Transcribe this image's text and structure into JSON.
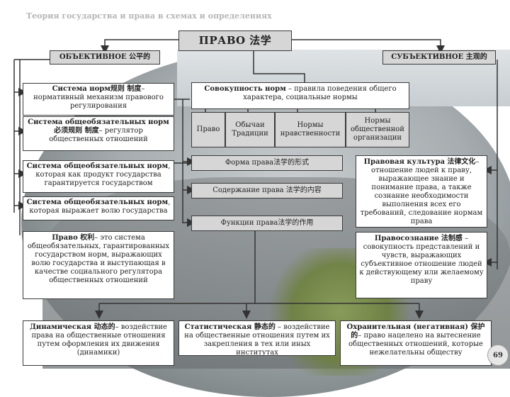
{
  "header": "Теория государства и права в схемах и определениях",
  "title": "ПРАВО 法学",
  "objective_label": "ОБЪЕКТИВНОЕ 公平的",
  "subjective_label": "СУБЪЕКТИВНОЕ 主观的",
  "left_definitions": [
    {
      "term": "Система норм规则 制度",
      "text": "– нормативный механизм правового регулирования"
    },
    {
      "term": "Система общеобязательных норм 必须规则 制度",
      "text": "– регулятор общественных отношений"
    },
    {
      "term": "Система общеобязательных норм",
      "text": ", которая как продукт государства гарантируется государством"
    },
    {
      "term": "Система общеобязательных норм",
      "text": ", которая выражает волю государства"
    }
  ],
  "aggregate": {
    "term": "Совокупность норм",
    "text": " – правила поведения общего характера, социальные нормы"
  },
  "norm_types": [
    "Право",
    "Обычаи Традиции",
    "Нормы нравственности",
    "Нормы общественной организации"
  ],
  "aspects": [
    "Форма права法学的形式",
    "Содержание права 法学的内容",
    "Функции права法学的作用"
  ],
  "legal_culture": {
    "term": "Правовая культура 法律文化",
    "text": "– отношение людей к праву, выражающее знание и понимание права, а также сознание необходимости выполнения всех его требований, следование нормам права"
  },
  "legal_awareness": {
    "term": "Правосознание 法制感",
    "text": " – совокупность представлений и чувств, выражающих субъективное отношение людей к действующему или желаемому праву"
  },
  "right_definition": {
    "term": "Право 权利",
    "text": "– это система общеобязательных, гарантированных государством норм, выражающих волю государства и выступающая в качестве социального регулятора общественных отношений"
  },
  "bottom_boxes": [
    {
      "term": "Динамическая 动态的",
      "text": "– воздействие права на общественные отношения путем оформления их движения (динамики)"
    },
    {
      "term": "Статистическая 静态的",
      "text": " – воздействие на общественные отношения путем их закрепления в тех или иных институтах"
    },
    {
      "term": "Охранительная (негативная) 保护的",
      "text": "– право нацелено на вытеснение общественных отношений, которые нежелательны обществу"
    }
  ],
  "page_number": "69"
}
